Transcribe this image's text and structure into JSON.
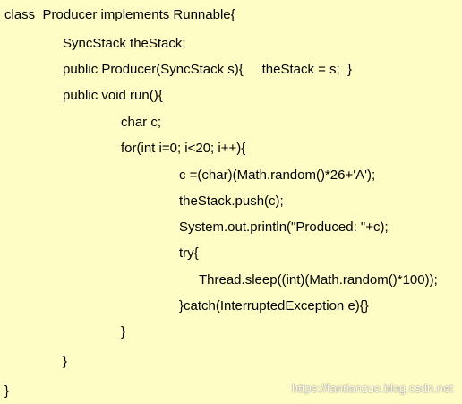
{
  "theme": {
    "background": "#fffdc6",
    "text_color": "#000000",
    "watermark_color": "#ffffff"
  },
  "code": {
    "lines": [
      "class  Producer implements Runnable{",
      "SyncStack theStack;",
      "public Producer(SyncStack s){     theStack = s;  }",
      "public void run(){",
      "char c;",
      "for(int i=0; i<20; i++){",
      "c =(char)(Math.random()*26+'A');",
      "theStack.push(c);",
      "System.out.println(\"Produced: \"+c);",
      "try{",
      "Thread.sleep((int)(Math.random()*100));",
      "}catch(InterruptedException e){}",
      "}",
      "}",
      "}"
    ]
  },
  "watermark": {
    "text": "https://fantianzuo.blog.csdn.net"
  }
}
